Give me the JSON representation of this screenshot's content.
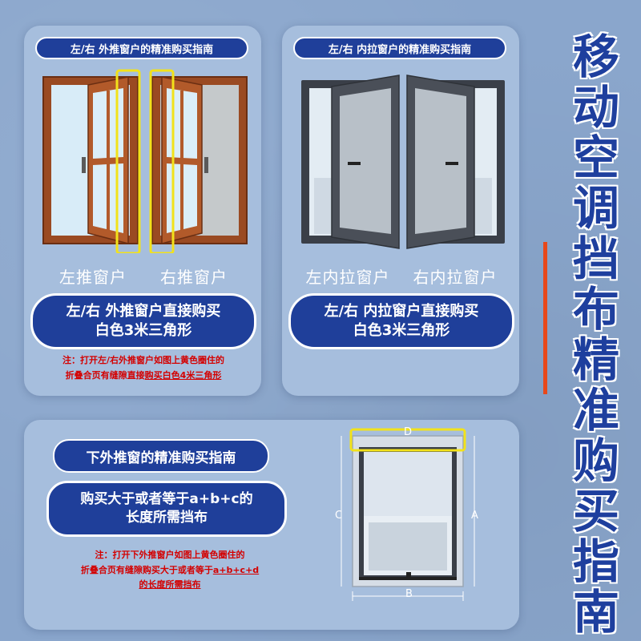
{
  "panel_left": {
    "header": "左/右 外推窗户的精准购买指南",
    "caption_left": "左推窗户",
    "caption_right": "右推窗户",
    "buy_line1": "左/右 外推窗户直接购买",
    "buy_line2": "白色3米三角形",
    "note_line1": "注：打开左/右外推窗户如图上黄色圈住的",
    "note_line2_a": "折叠合页有缝隙直接",
    "note_line2_b": "购买白色4米三角形"
  },
  "panel_right": {
    "header": "左/右 内拉窗户的精准购买指南",
    "caption_left": "左内拉窗户",
    "caption_right": "右内拉窗户",
    "buy_line1": "左/右 内拉窗户直接购买",
    "buy_line2": "白色3米三角形"
  },
  "panel_bottom": {
    "header": "下外推窗的精准购买指南",
    "buy_line1": "购买大于或者等于a+b+c的",
    "buy_line2": "长度所需挡布",
    "note_line1": "注：打开下外推窗户如图上黄色圈住的",
    "note_line2_a": "折叠合页有缝隙购买大于或者等于",
    "note_line2_b": "a+b+c+d",
    "note_line3": "的长度所需挡布",
    "label_a": "A",
    "label_b": "B",
    "label_c": "C",
    "label_d": "D"
  },
  "title": {
    "chars": [
      "移",
      "动",
      "空",
      "调",
      "挡",
      "布",
      "精",
      "准",
      "购",
      "买",
      "指",
      "南"
    ]
  },
  "colors": {
    "background": "#8aa6cc",
    "panel": "#a6bedd",
    "pill": "#1f3f9a",
    "title": "#1e3f9e",
    "note_red": "#d40000",
    "accent_bar": "#e8481a",
    "highlight_yellow": "#f2e21a",
    "wood": "#9a4a22",
    "dark_frame": "#3a3f48"
  }
}
